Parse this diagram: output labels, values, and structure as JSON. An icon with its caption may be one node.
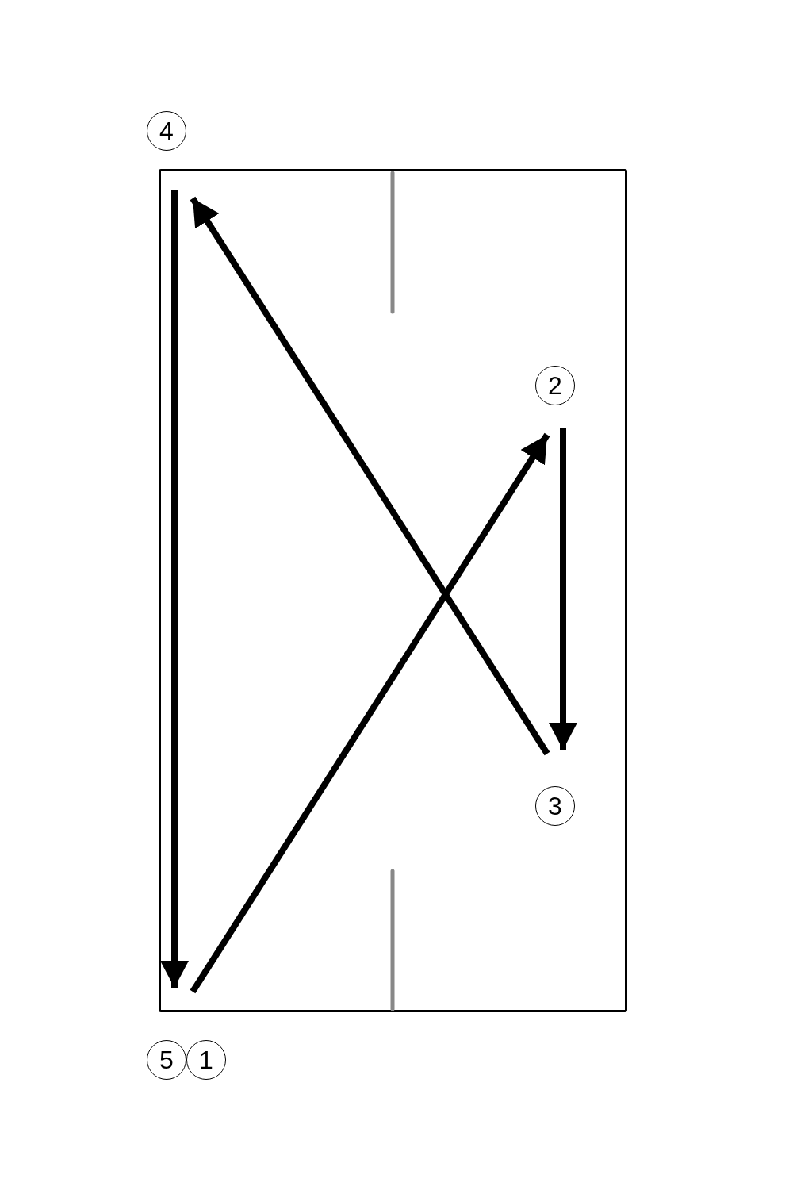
{
  "diagram": {
    "nodes": [
      {
        "text": [
          "4"
        ]
      },
      {
        "text": [
          "2"
        ]
      },
      {
        "text": [
          "3"
        ]
      },
      {
        "text": [
          "5"
        ]
      },
      {
        "text": [
          "1"
        ]
      }
    ],
    "edges": [
      {
        "from": 4,
        "to": 1,
        "arrow": "to"
      },
      {
        "from": 1,
        "to": 2,
        "arrow": "to"
      },
      {
        "from": 2,
        "to": 0,
        "arrow": "to"
      },
      {
        "from": 0,
        "to": 3,
        "arrow": "to"
      }
    ]
  }
}
